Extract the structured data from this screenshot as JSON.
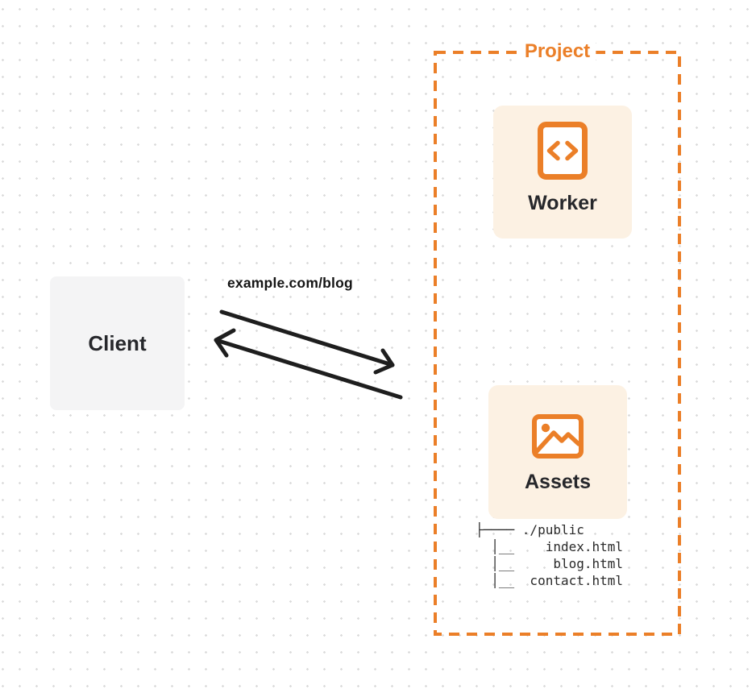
{
  "diagram": {
    "request_url": "example.com/blog",
    "client": {
      "label": "Client"
    },
    "project": {
      "label": "Project",
      "worker": {
        "label": "Worker",
        "icon": "code-icon"
      },
      "assets": {
        "label": "Assets",
        "icon": "image-icon",
        "file_tree": [
          "├──── ./public",
          "  │__    index.html",
          "  │__     blog.html",
          "  │__  contact.html"
        ]
      }
    },
    "colors": {
      "accent_orange": "#EB7F28",
      "card_cream": "#FCF1E3",
      "client_gray": "#F4F4F5",
      "arrow_black": "#1E1E1E",
      "dot_grid": "#DBDBDB",
      "text_dark": "#26272B"
    }
  }
}
